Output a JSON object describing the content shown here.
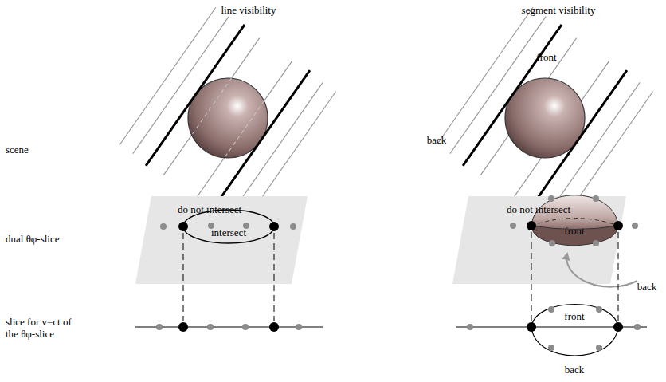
{
  "diagram": {
    "labels": [
      "line visibility",
      "segment visibility",
      "scene",
      "front",
      "back",
      "dual θφ-slice",
      "do not intersect",
      "intersect",
      "do not intersect",
      "front",
      "back",
      "slice for v=ct of the θφ-slice",
      "front",
      "back"
    ]
  }
}
